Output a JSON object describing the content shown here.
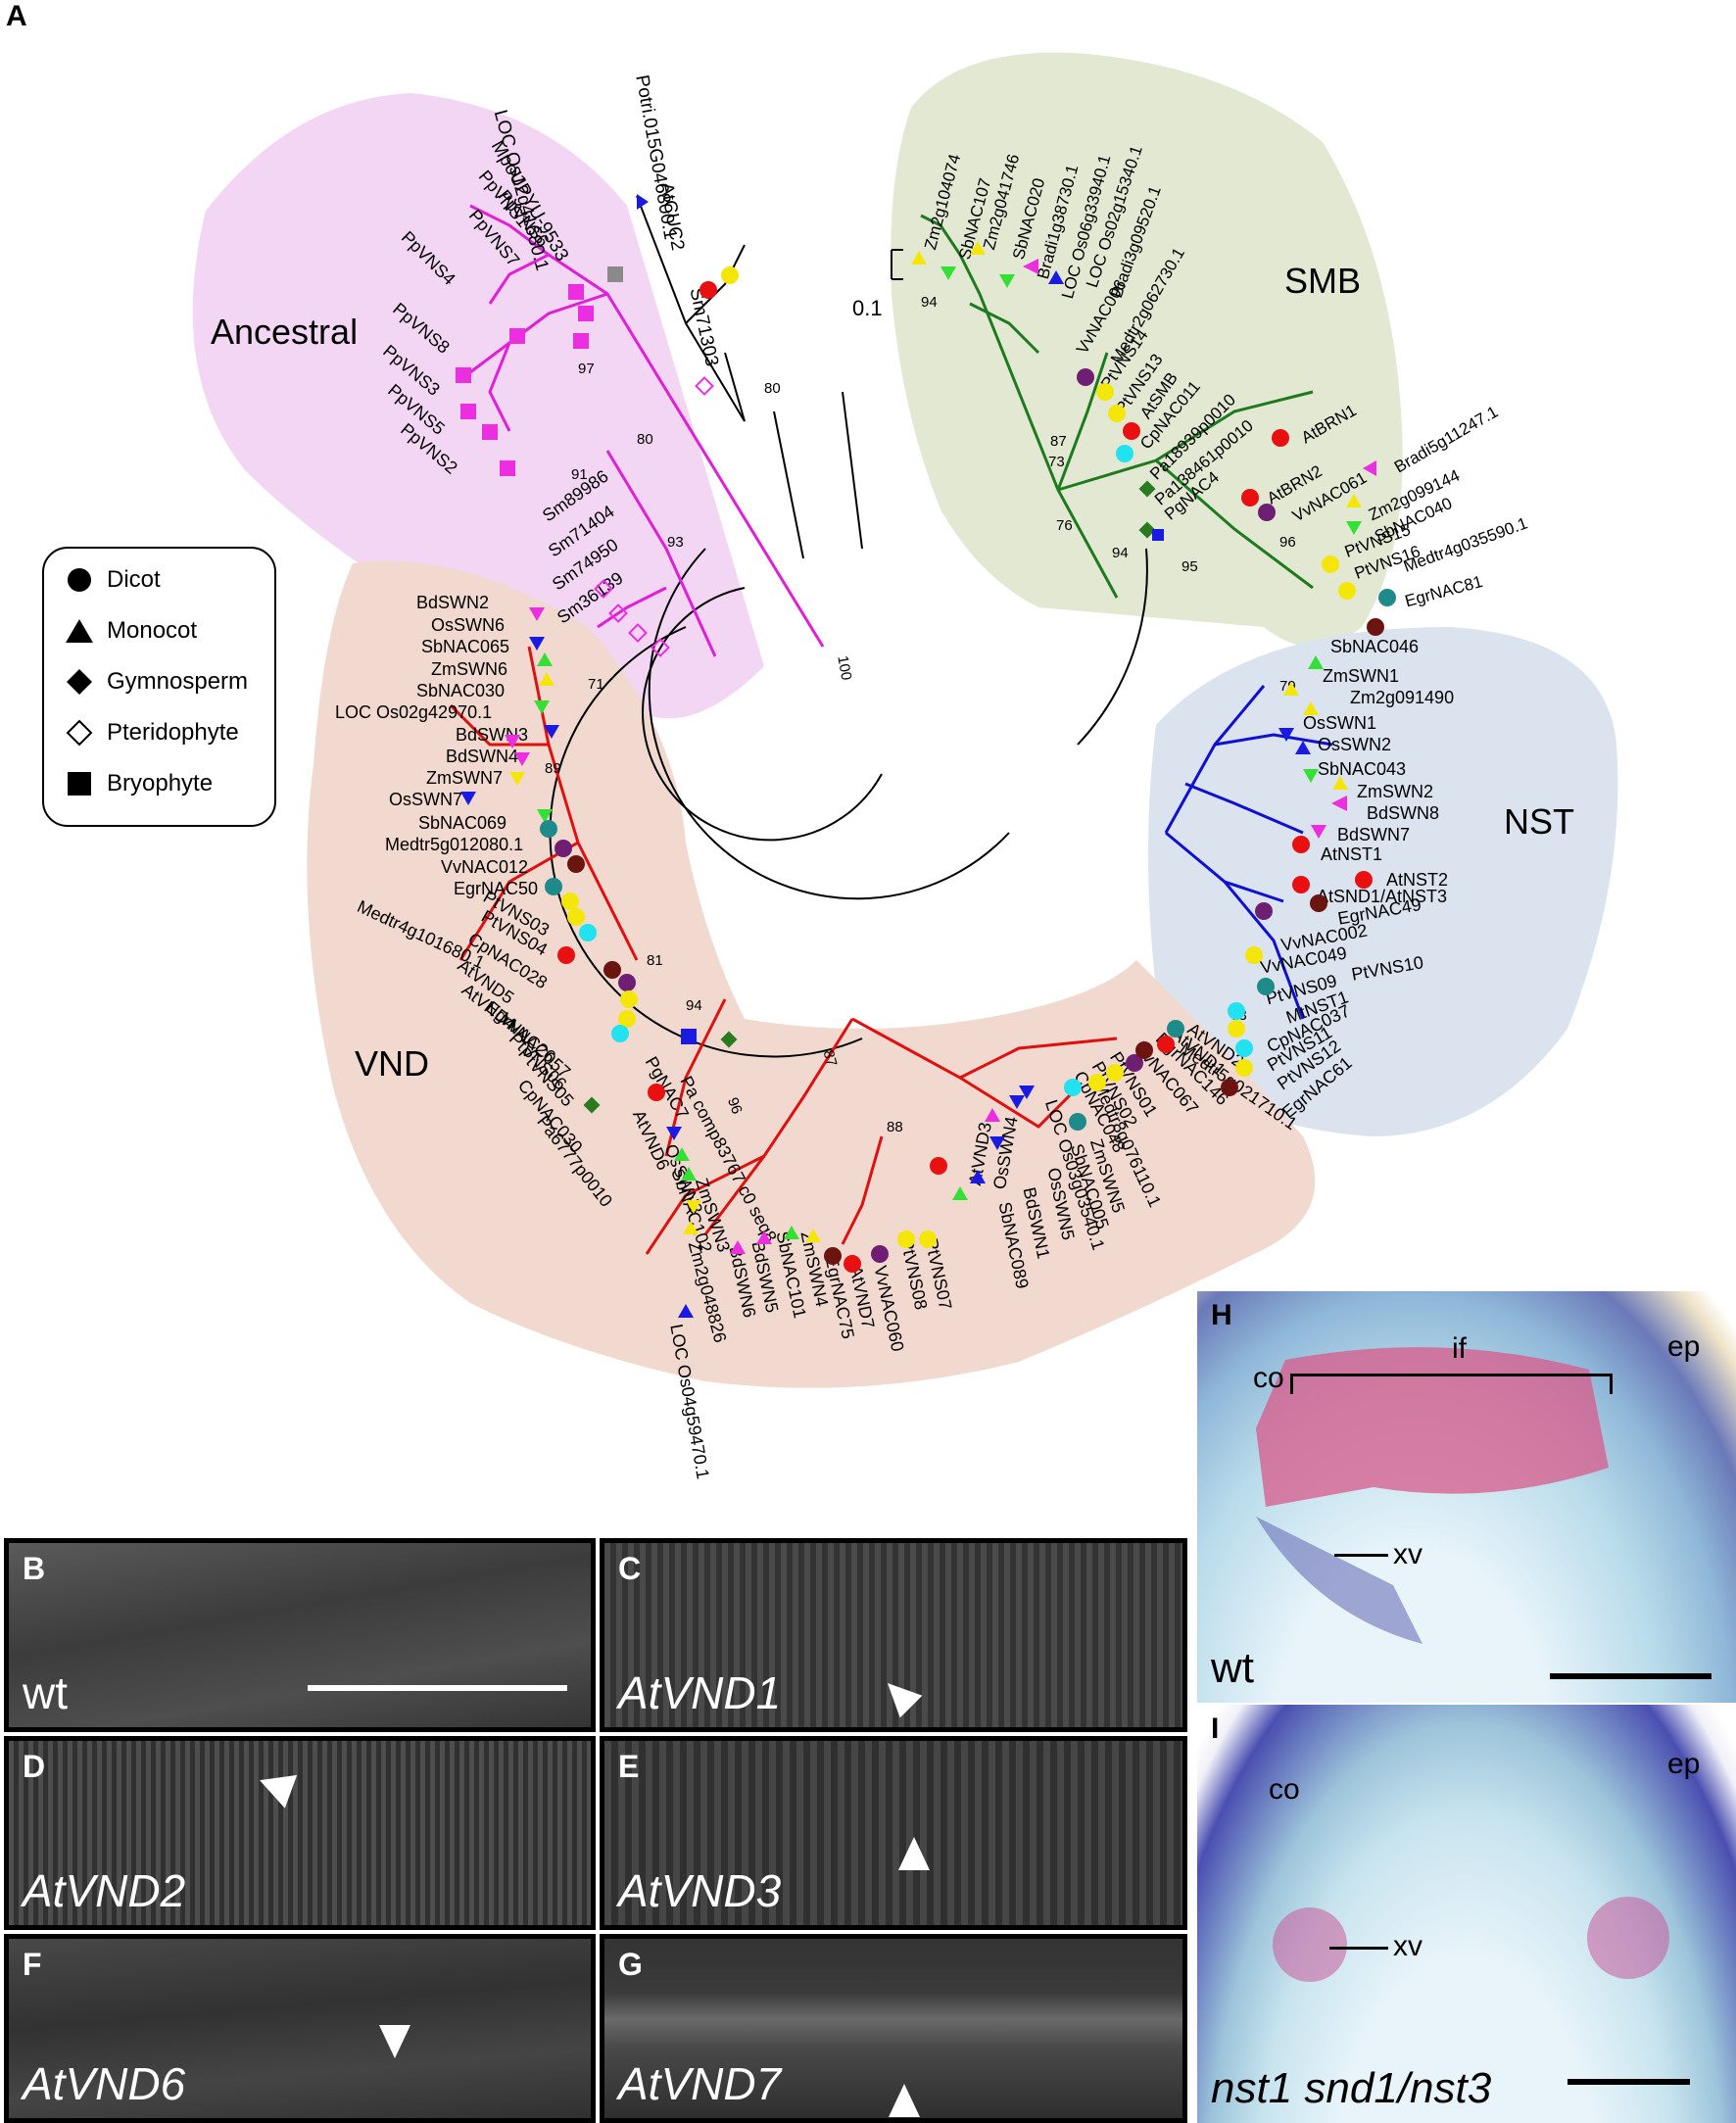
{
  "panels": {
    "A": "A",
    "B": "B",
    "C": "C",
    "D": "D",
    "E": "E",
    "F": "F",
    "G": "G",
    "H": "H",
    "I": "I"
  },
  "legend": [
    {
      "label": "Dicot",
      "shape": "circle"
    },
    {
      "label": "Monocot",
      "shape": "triangle"
    },
    {
      "label": "Gymnosperm",
      "shape": "diamond"
    },
    {
      "label": "Pteridophyte",
      "shape": "open-diamond"
    },
    {
      "label": "Bryophyte",
      "shape": "square"
    }
  ],
  "clades": {
    "ancestral": "Ancestral",
    "smb": "SMB",
    "nst": "NST",
    "vnd": "VND"
  },
  "colors": {
    "ancestral_bg": "#f3d6f3",
    "smb_bg": "#e2e8d2",
    "nst_bg": "#dbe3ef",
    "vnd_bg": "#f1d9cf",
    "ancestral_branch": "#e020d8",
    "smb_branch": "#1e7a1e",
    "nst_branch": "#1010d0",
    "vnd_branch": "#e01010",
    "dicot_red": "#e81010",
    "dicot_yellow": "#f5e60a",
    "dicot_purple": "#6e1f73",
    "dicot_maroon": "#6b1410",
    "dicot_teal": "#1f8a8a",
    "dicot_cyan": "#22e2f0",
    "monocot_yellow": "#f5e60a",
    "monocot_green": "#35e035",
    "monocot_magenta": "#ea2ee0",
    "monocot_blue": "#1a1ae0",
    "gymno_green": "#2a7a20",
    "bryo_magenta": "#ea2ee0",
    "grey_square": "#8a8a8a"
  },
  "scalebar": "0.1",
  "bootstrap": [
    "100",
    "97",
    "80",
    "91",
    "93",
    "80",
    "94",
    "87",
    "73",
    "76",
    "94",
    "95",
    "96",
    "79",
    "73",
    "71",
    "89",
    "81",
    "94",
    "96",
    "87",
    "88"
  ],
  "labels": {
    "top": [
      "LOC Os12g41680.1",
      "Potri.015G046800.1",
      "AtCUC2",
      "MpoUPYU-9533",
      "Sm71303"
    ],
    "ancestral": [
      "PpVNS6",
      "PpVNS7",
      "PpVNS1",
      "PpVNS4",
      "PpVNS8",
      "PpVNS3",
      "PpVNS5",
      "PpVNS2",
      "Sm89986",
      "Sm71404",
      "Sm74950",
      "Sm36139"
    ],
    "smb": [
      "Zm2g104074",
      "SbNAC107",
      "Zm2g041746",
      "SbNAC020",
      "Bradi1g38730.1",
      "LOC Os06g33940.1",
      "LOC Os02g15340.1",
      "Bradi3g09520.1",
      "Medtr2g062730.1",
      "VvNAC006",
      "PtVNS14",
      "PtVNS13",
      "AtSMB",
      "CpNAC011",
      "Pa18939p0010",
      "Pa138461p0010",
      "PgNAC4",
      "AtBRN1",
      "AtBRN2",
      "VvNAC061",
      "Bradi5g11247.1",
      "Zm2g099144",
      "SbNAC040",
      "PtVNS15",
      "PtVNS16",
      "Medtr4g035590.1",
      "EgrNAC81"
    ],
    "nst": [
      "SbNAC046",
      "ZmSWN1",
      "Zm2g091490",
      "OsSWN1",
      "OsSWN2",
      "SbNAC043",
      "ZmSWN2",
      "BdSWN8",
      "BdSWN7",
      "AtNST1",
      "AtNST2",
      "AtSND1/AtNST3",
      "EgrNAC49",
      "VvNAC002",
      "VvNAC049",
      "PtVNS10",
      "PtVNS09",
      "MtNST1",
      "CpNAC037",
      "PtVNS11",
      "PtVNS12",
      "EgrNAC61",
      "Medtr5g021710.1"
    ],
    "vnd_left": [
      "BdSWN2",
      "OsSWN6",
      "SbNAC065",
      "ZmSWN6",
      "SbNAC030",
      "LOC Os02g42970.1",
      "BdSWN3",
      "BdSWN4",
      "ZmSWN7",
      "OsSWN7",
      "SbNAC069",
      "Medtr5g012080.1",
      "VvNAC012",
      "EgrNAC50",
      "Medtr4g101680.1",
      "PtVNS03",
      "PtVNS04",
      "CpNAC028",
      "AtVND5",
      "AtVND4",
      "EgrNAC26",
      "VvNAC057",
      "PtVNS06",
      "PtVNS05",
      "CpNAC030",
      "Pa6777p0010"
    ],
    "vnd_bottom": [
      "PgNAC7",
      "Pa comp83767 c0 seq8",
      "AtVND6",
      "OsSWN3",
      "SbNAC102",
      "ZmSWN3",
      "Zm2g048826",
      "LOC Os04g59470.1",
      "BdSWN6",
      "BdSWN5",
      "SbNAC101",
      "ZmSWN4",
      "EgrNAC75",
      "AtVND7",
      "VvNAC060",
      "PtVNS08",
      "PtVNS07",
      "AtVND3",
      "OsSWN4",
      "SbNAC089",
      "BdSWN1",
      "OsSWN5",
      "SbNAC005",
      "ZmSWN5",
      "LOC Os03g03540.1",
      "Medtr8g076110.1",
      "CpNAC048",
      "PtVNS02",
      "PtVNS01",
      "VvNAC067",
      "EgrNAC146",
      "AtVND1",
      "AtVND2",
      "Medtr5g021710.1"
    ]
  },
  "micrographs": [
    {
      "id": "B",
      "genotype": "wt"
    },
    {
      "id": "C",
      "genotype": "AtVND1"
    },
    {
      "id": "D",
      "genotype": "AtVND2"
    },
    {
      "id": "E",
      "genotype": "AtVND3"
    },
    {
      "id": "F",
      "genotype": "AtVND6"
    },
    {
      "id": "G",
      "genotype": "AtVND7"
    }
  ],
  "histology": [
    {
      "id": "H",
      "genotype": "wt",
      "co": "co",
      "if": "if",
      "ep": "ep",
      "xv": "xv"
    },
    {
      "id": "I",
      "genotype": "nst1 snd1/nst3",
      "co": "co",
      "ep": "ep",
      "xv": "xv"
    }
  ]
}
